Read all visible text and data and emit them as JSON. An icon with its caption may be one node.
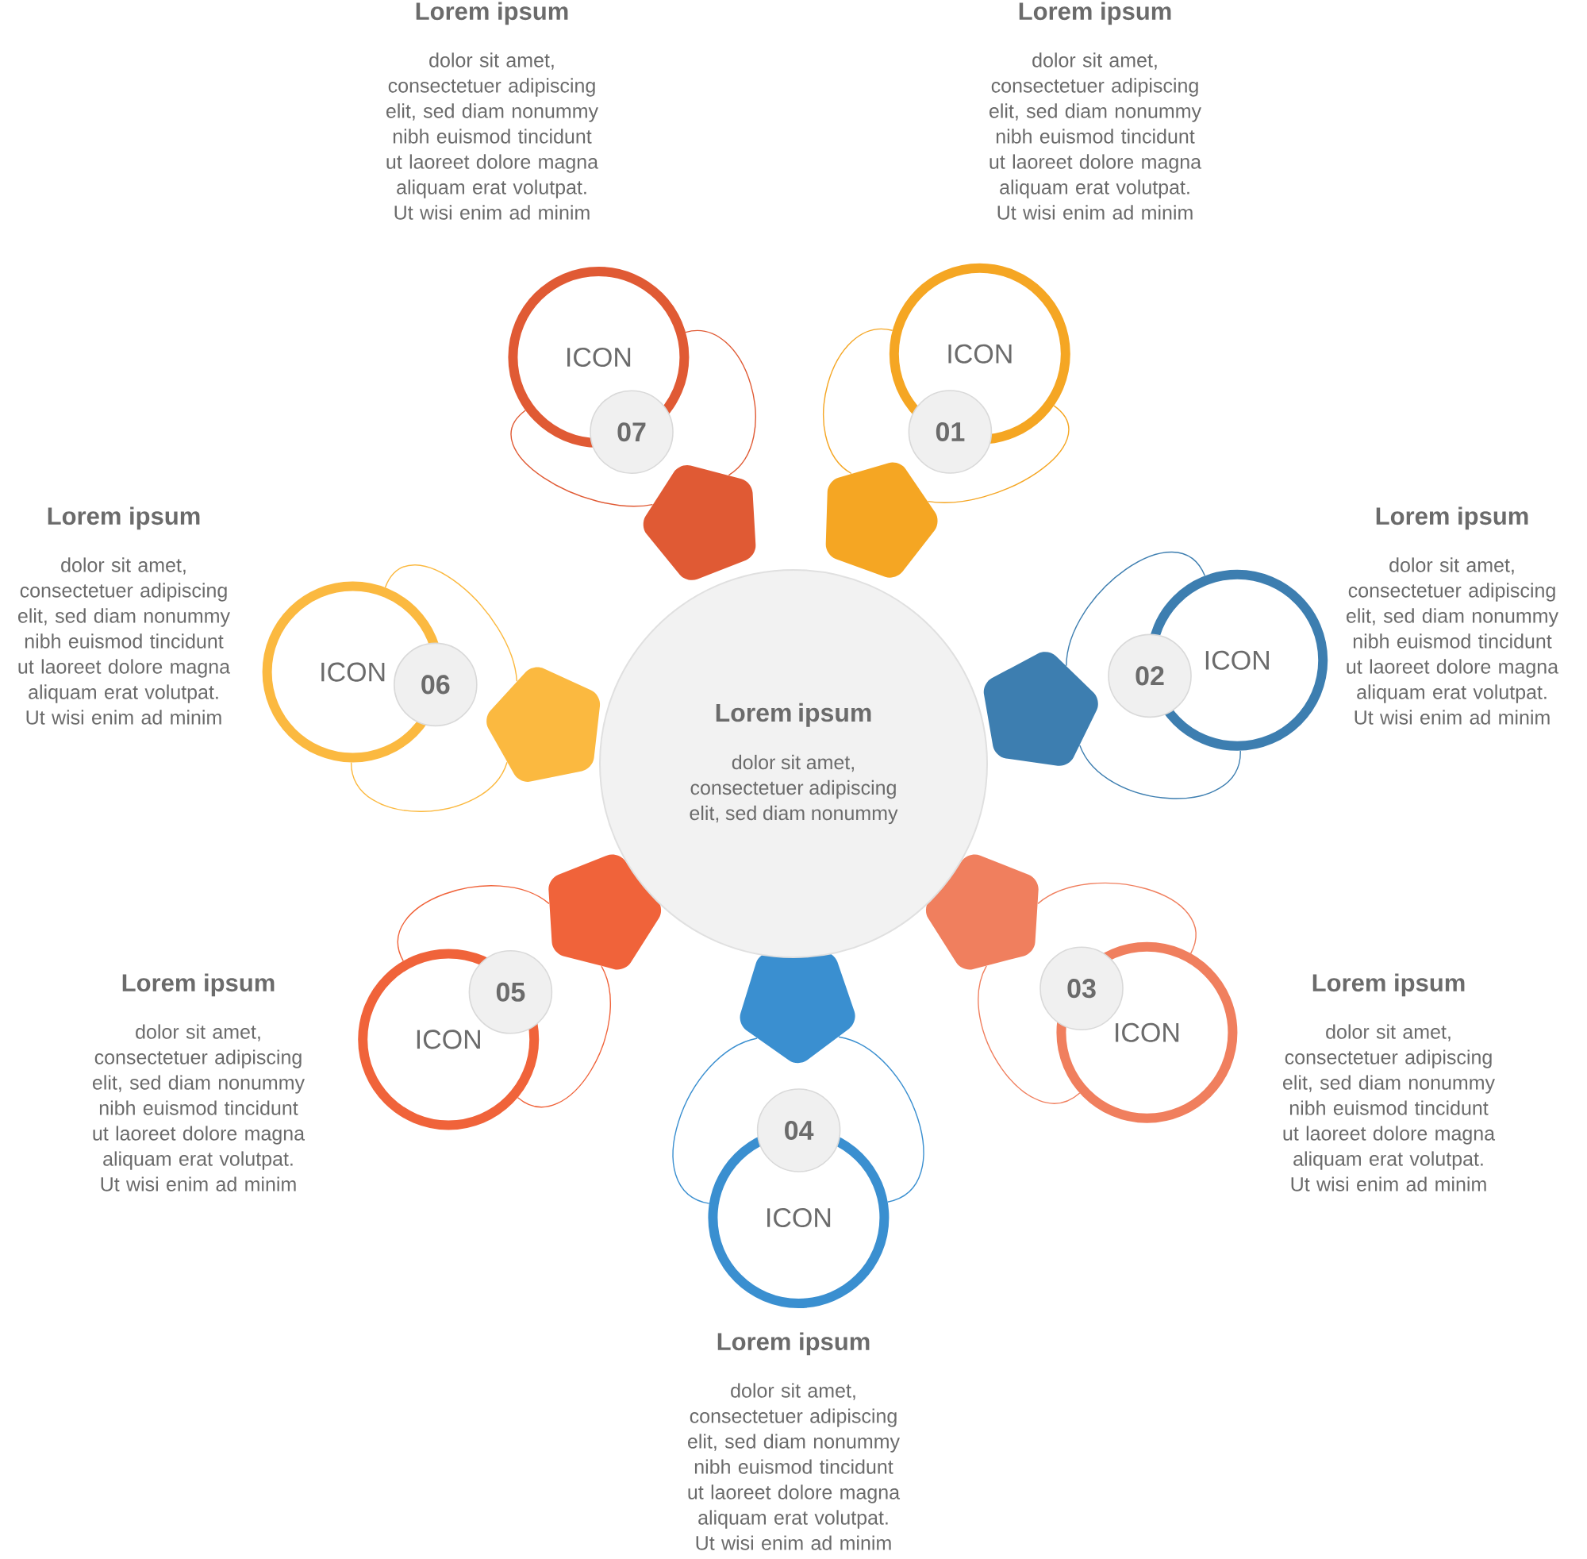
{
  "diagram": {
    "nodes": [
      {
        "text": [
          "Lorem ipsum",
          "dolor sit amet, consectetuer adipiscing elit, sed diam nonummy"
        ]
      },
      {
        "text": [],
        "shape": "pentagon"
      },
      {
        "text": [
          "ICON"
        ]
      },
      {
        "text": [
          "01"
        ]
      },
      {
        "text": [],
        "shape": "pentagon"
      },
      {
        "text": [
          "ICON"
        ]
      },
      {
        "text": [
          "02"
        ]
      },
      {
        "text": [],
        "shape": "pentagon"
      },
      {
        "text": [
          "ICON"
        ]
      },
      {
        "text": [
          "03"
        ]
      },
      {
        "text": [],
        "shape": "pentagon"
      },
      {
        "text": [
          "ICON"
        ]
      },
      {
        "text": [
          "04"
        ]
      },
      {
        "text": [],
        "shape": "pentagon"
      },
      {
        "text": [
          "ICON"
        ]
      },
      {
        "text": [
          "05"
        ]
      },
      {
        "text": [],
        "shape": "pentagon"
      },
      {
        "text": [
          "ICON"
        ]
      },
      {
        "text": [
          "06"
        ]
      },
      {
        "text": [],
        "shape": "pentagon"
      },
      {
        "text": [
          "ICON"
        ]
      },
      {
        "text": [
          "07"
        ]
      }
    ],
    "edges": [
      {
        "from": 1,
        "to": 2,
        "arrow": "none",
        "color": "#f5a623"
      },
      {
        "from": 1,
        "to": 2,
        "arrow": "none",
        "color": "#f5a623"
      },
      {
        "from": 4,
        "to": 5,
        "arrow": "none",
        "color": "#3d7eb0"
      },
      {
        "from": 4,
        "to": 5,
        "arrow": "none",
        "color": "#3d7eb0"
      },
      {
        "from": 7,
        "to": 8,
        "arrow": "none",
        "color": "#f07f5e"
      },
      {
        "from": 7,
        "to": 8,
        "arrow": "none",
        "color": "#f07f5e"
      },
      {
        "from": 10,
        "to": 11,
        "arrow": "none",
        "color": "#3a8fd0"
      },
      {
        "from": 10,
        "to": 11,
        "arrow": "none",
        "color": "#3a8fd0"
      },
      {
        "from": 13,
        "to": 14,
        "arrow": "none",
        "color": "#f0633a"
      },
      {
        "from": 13,
        "to": 14,
        "arrow": "none",
        "color": "#f0633a"
      },
      {
        "from": 16,
        "to": 17,
        "arrow": "none",
        "color": "#fbb940"
      },
      {
        "from": 16,
        "to": 17,
        "arrow": "none",
        "color": "#fbb940"
      },
      {
        "from": 19,
        "to": 20,
        "arrow": "none",
        "color": "#e05a34"
      },
      {
        "from": 19,
        "to": 20,
        "arrow": "none",
        "color": "#e05a34"
      }
    ],
    "labels": [
      "Lorem ipsum",
      "dolor sit amet, consectetuer adipiscing elit, sed diam nonummy nibh euismod tincidunt ut laoreet dolore magna aliquam erat volutpat. Ut wisi enim ad minim",
      "Lorem ipsum",
      "dolor sit amet, consectetuer adipiscing elit, sed diam nonummy nibh euismod tincidunt ut laoreet dolore magna aliquam erat volutpat. Ut wisi enim ad minim",
      "Lorem ipsum",
      "dolor sit amet, consectetuer adipiscing elit, sed diam nonummy nibh euismod tincidunt ut laoreet dolore magna aliquam erat volutpat. Ut wisi enim ad minim",
      "Lorem ipsum",
      "dolor sit amet, consectetuer adipiscing elit, sed diam nonummy nibh euismod tincidunt ut laoreet dolore magna aliquam erat volutpat. Ut wisi enim ad minim",
      "Lorem ipsum",
      "dolor sit amet, consectetuer adipiscing elit, sed diam nonummy nibh euismod tincidunt ut laoreet dolore magna aliquam erat volutpat. Ut wisi enim ad minim",
      "Lorem ipsum",
      "dolor sit amet, consectetuer adipiscing elit, sed diam nonummy nibh euismod tincidunt ut laoreet dolore magna aliquam erat volutpat. Ut wisi enim ad minim",
      "Lorem ipsum",
      "dolor sit amet, consectetuer adipiscing elit, sed diam nonummy nibh euismod tincidunt ut laoreet dolore magna aliquam erat volutpat. Ut wisi enim ad minim"
    ]
  }
}
